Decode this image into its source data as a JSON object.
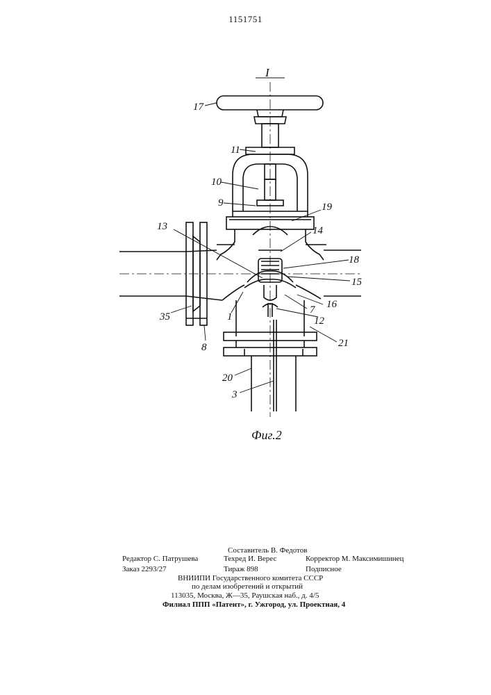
{
  "page": {
    "patent_number": "1151751"
  },
  "figure": {
    "caption": "Фиг.2",
    "section_mark": "I",
    "labels": {
      "l17": "17",
      "l11": "11",
      "l10": "10",
      "l9": "9",
      "l19": "19",
      "l13": "13",
      "l14": "14",
      "l18": "18",
      "l15": "15",
      "l16": "16",
      "l7": "7",
      "l12": "12",
      "l21": "21",
      "l35": "35",
      "l1": "1",
      "l8": "8",
      "l20": "20",
      "l3": "3"
    }
  },
  "footer": {
    "compiler": "Составитель В. Федотов",
    "editor": "Редактор С. Патрушева",
    "techred": "Техред И. Верес",
    "corrector": "Корректор М. Максимишинец",
    "order": "Заказ 2293/27",
    "circulation": "Тираж 898",
    "subscription": "Подписное",
    "org_line1": "ВНИИПИ Государственного комитета СССР",
    "org_line2": "по делам изобретений и открытий",
    "address": "113035, Москва, Ж—35, Раушская наб., д. 4/5",
    "branch": "Филиал ППП «Патент», г. Ужгород, ул. Проектная, 4"
  }
}
